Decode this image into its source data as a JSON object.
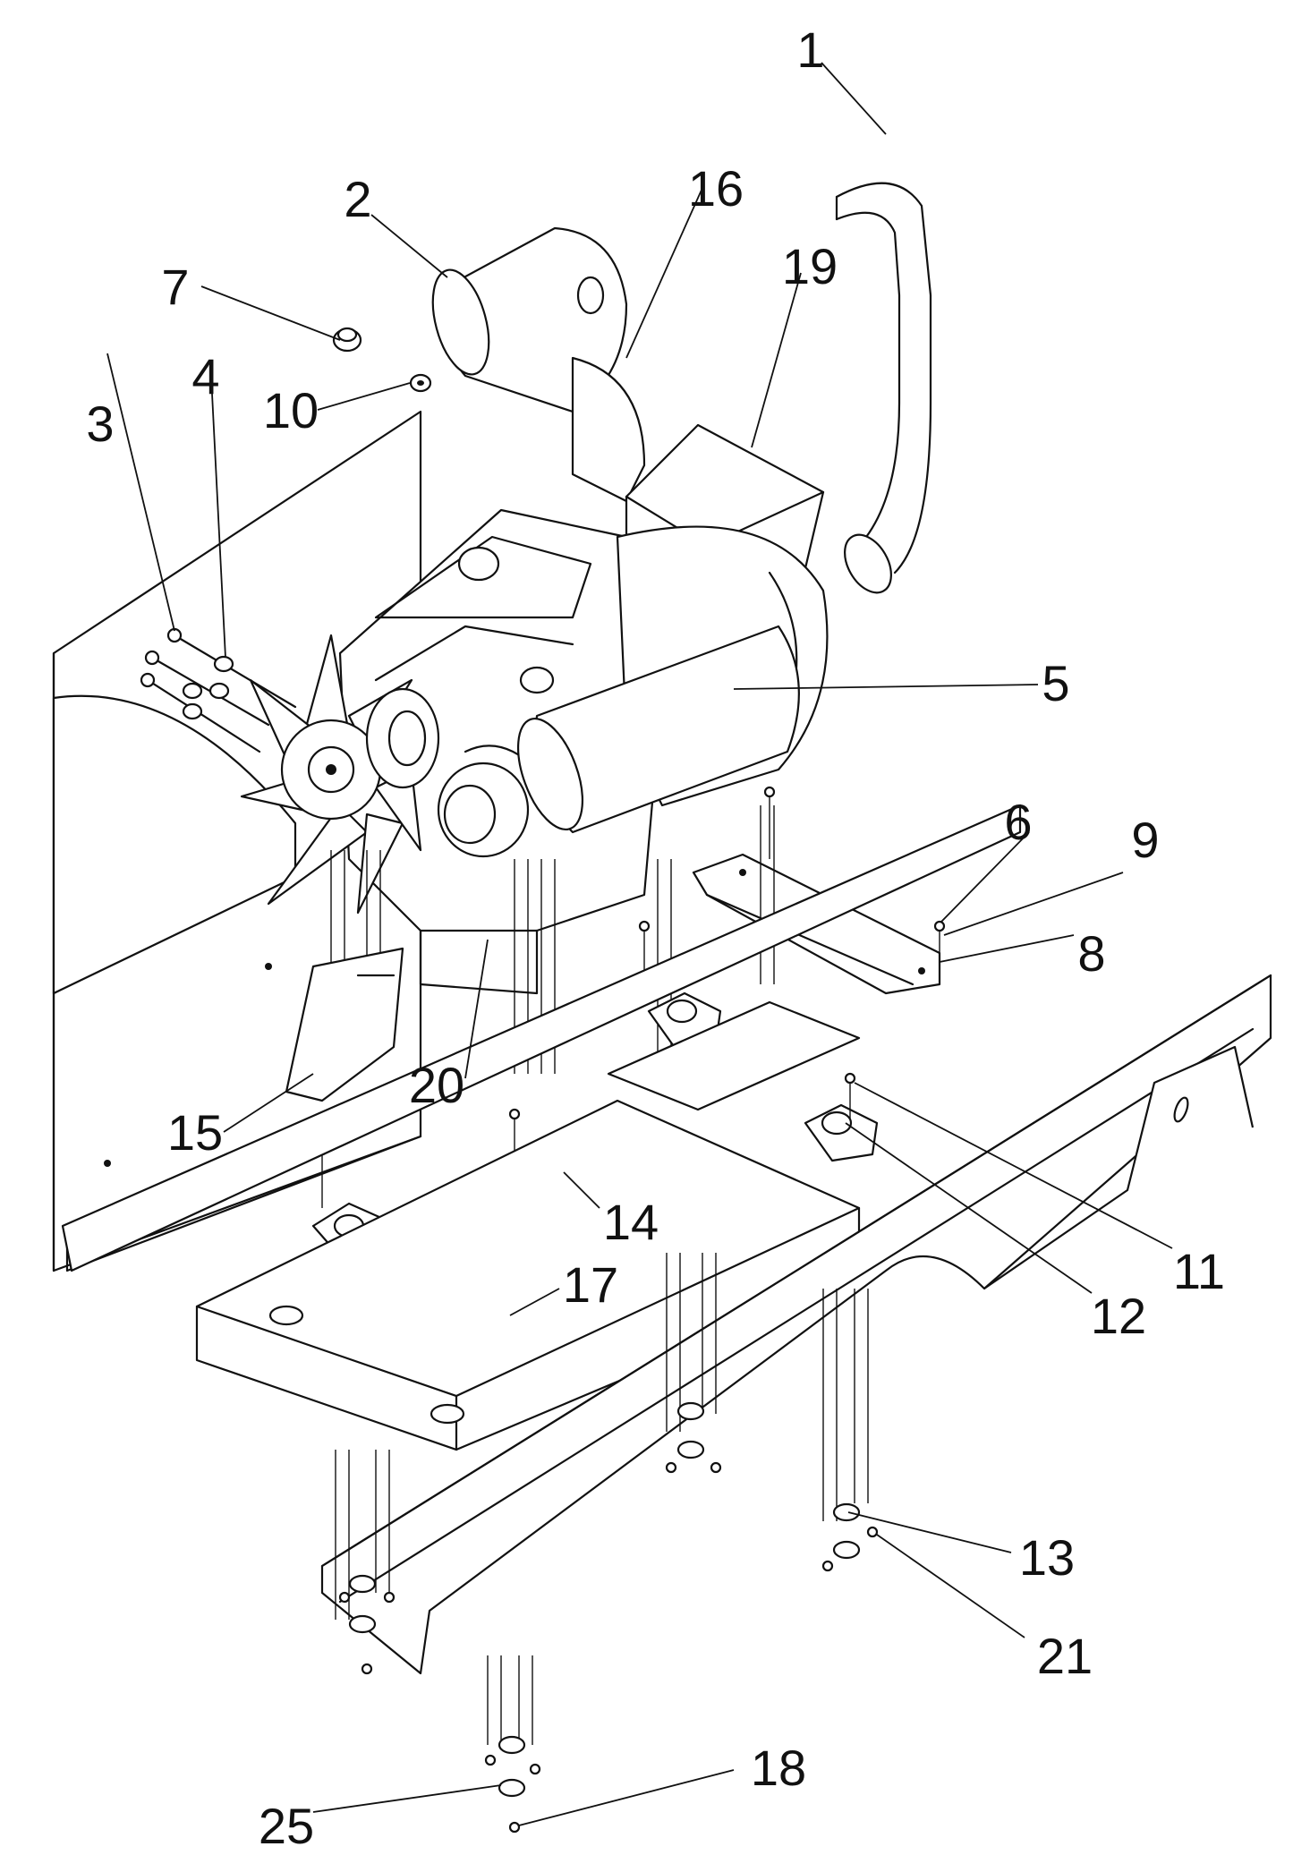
{
  "diagram": {
    "callouts": [
      {
        "id": "c1",
        "label": "1"
      },
      {
        "id": "c2",
        "label": "2"
      },
      {
        "id": "c3",
        "label": "3"
      },
      {
        "id": "c4",
        "label": "4"
      },
      {
        "id": "c5",
        "label": "5"
      },
      {
        "id": "c6",
        "label": "6"
      },
      {
        "id": "c7",
        "label": "7"
      },
      {
        "id": "c8",
        "label": "8"
      },
      {
        "id": "c9",
        "label": "9"
      },
      {
        "id": "c10",
        "label": "10"
      },
      {
        "id": "c11",
        "label": "11"
      },
      {
        "id": "c12",
        "label": "12"
      },
      {
        "id": "c13",
        "label": "13"
      },
      {
        "id": "c14",
        "label": "14"
      },
      {
        "id": "c15",
        "label": "15"
      },
      {
        "id": "c16",
        "label": "16"
      },
      {
        "id": "c17",
        "label": "17"
      },
      {
        "id": "c18",
        "label": "18"
      },
      {
        "id": "c19",
        "label": "19"
      },
      {
        "id": "c20",
        "label": "20"
      },
      {
        "id": "c21",
        "label": "21"
      },
      {
        "id": "c25",
        "label": "25"
      }
    ]
  }
}
